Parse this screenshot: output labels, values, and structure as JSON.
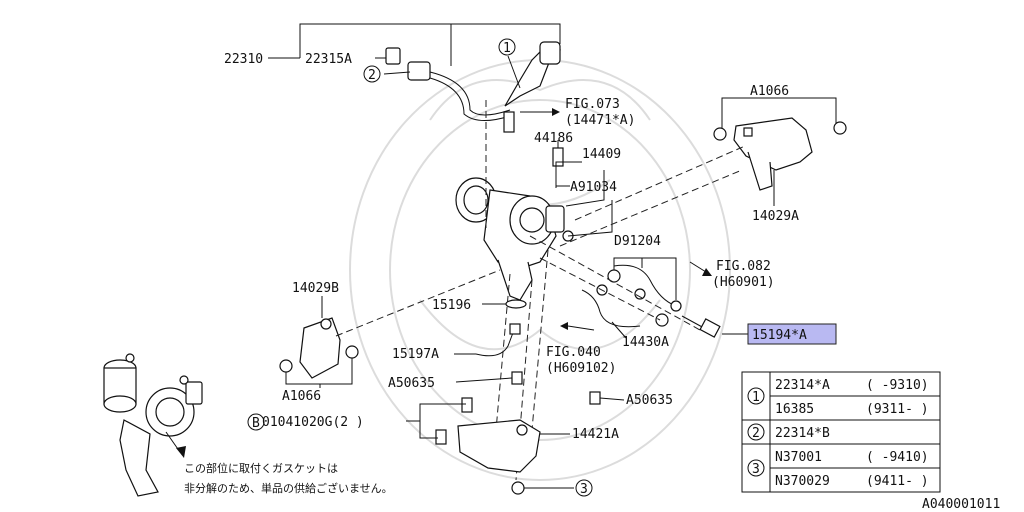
{
  "figure_code": "A040001011",
  "labels": {
    "p22310": "22310",
    "p22315a": "22315A",
    "c1": "1",
    "c2": "2",
    "c3": "3",
    "fig073": "FIG.073",
    "fig073sub": "(14471*A)",
    "p44186": "44186",
    "p14409": "14409",
    "a91034": "A91034",
    "a1066top": "A1066",
    "p14029a": "14029A",
    "d91204": "D91204",
    "fig082": "FIG.082",
    "fig082sub": "(H60901)",
    "p14029b": "14029B",
    "p15196": "15196",
    "p15197a": "15197A",
    "a50635a": "A50635",
    "a1066bot": "A1066",
    "circB": "B",
    "bolt": "01041020G(2 )",
    "fig040": "FIG.040",
    "fig040sub": "(H609102)",
    "p14430a": "14430A",
    "p15194a": "15194*A",
    "a50635b": "A50635",
    "p14421a": "14421A",
    "note1": "この部位に取付くガスケットは",
    "note2": "非分解のため、単品の供給ございません。"
  },
  "table": {
    "rows": [
      {
        "ref": "1",
        "part": "22314*A",
        "range": "( -9310)"
      },
      {
        "ref": "",
        "part": "16385",
        "range": "(9311- )"
      },
      {
        "ref": "2",
        "part": "22314*B",
        "range": ""
      },
      {
        "ref": "3",
        "part": "N37001",
        "range": "( -9410)"
      },
      {
        "ref": "",
        "part": "N370029",
        "range": "(9411- )"
      }
    ]
  }
}
